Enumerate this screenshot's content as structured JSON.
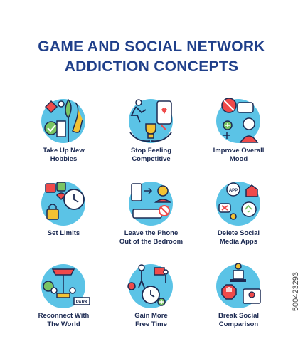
{
  "title": {
    "line1": "GAME AND SOCIAL NETWORK",
    "line2": "ADDICTION CONCEPTS"
  },
  "concepts": [
    {
      "line1": "Take Up New",
      "line2": "Hobbies",
      "icon": "hobbies-icon"
    },
    {
      "line1": "Stop Feeling",
      "line2": "Competitive",
      "icon": "trophy-icon"
    },
    {
      "line1": "Improve Overall",
      "line2": "Mood",
      "icon": "mood-icon"
    },
    {
      "line1": "Set Limits",
      "line2": "",
      "icon": "clock-limit-icon"
    },
    {
      "line1": "Leave the Phone",
      "line2": "Out of the Bedroom",
      "icon": "phone-bedroom-icon"
    },
    {
      "line1": "Delete Social",
      "line2": "Media Apps",
      "icon": "delete-apps-icon"
    },
    {
      "line1": "Reconnect With",
      "line2": "The World",
      "icon": "park-icon"
    },
    {
      "line1": "Gain More",
      "line2": "Free Time",
      "icon": "free-time-icon"
    },
    {
      "line1": "Break Social",
      "line2": "Comparison",
      "icon": "stop-comparison-icon"
    }
  ],
  "footer": {
    "stock_id": "500423293"
  },
  "colors": {
    "title": "#1f3f8a",
    "circle": "#5bc3e6",
    "accent_red": "#ef4a4a",
    "accent_yellow": "#f3c233",
    "accent_green": "#79c463",
    "line": "#1c2a52"
  }
}
